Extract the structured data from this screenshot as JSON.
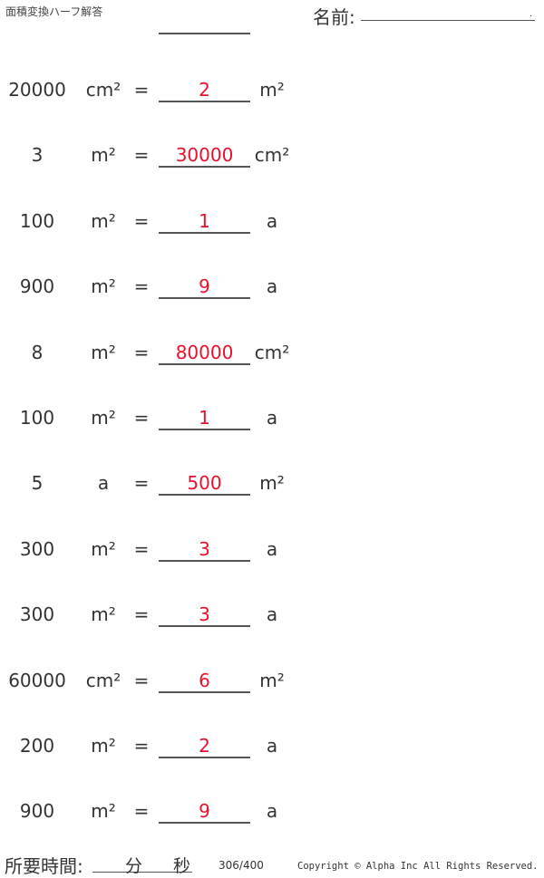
{
  "header": {
    "title": "面積変換ハーフ解答",
    "name_label": "名前:",
    "name_dot": "."
  },
  "equals": "=",
  "rows": [
    {
      "value": "20000",
      "from_unit": "cm²",
      "answer": "2",
      "to_unit": "m²"
    },
    {
      "value": "3",
      "from_unit": "m²",
      "answer": "30000",
      "to_unit": "cm²"
    },
    {
      "value": "100",
      "from_unit": "m²",
      "answer": "1",
      "to_unit": "a"
    },
    {
      "value": "900",
      "from_unit": "m²",
      "answer": "9",
      "to_unit": "a"
    },
    {
      "value": "8",
      "from_unit": "m²",
      "answer": "80000",
      "to_unit": "cm²"
    },
    {
      "value": "100",
      "from_unit": "m²",
      "answer": "1",
      "to_unit": "a"
    },
    {
      "value": "5",
      "from_unit": "a",
      "answer": "500",
      "to_unit": "m²"
    },
    {
      "value": "300",
      "from_unit": "m²",
      "answer": "3",
      "to_unit": "a"
    },
    {
      "value": "300",
      "from_unit": "m²",
      "answer": "3",
      "to_unit": "a"
    },
    {
      "value": "60000",
      "from_unit": "cm²",
      "answer": "6",
      "to_unit": "m²"
    },
    {
      "value": "200",
      "from_unit": "m²",
      "answer": "2",
      "to_unit": "a"
    },
    {
      "value": "900",
      "from_unit": "m²",
      "answer": "9",
      "to_unit": "a"
    }
  ],
  "footer": {
    "time_label": "所要時間:",
    "minutes": "分",
    "seconds": "秒",
    "page": "306/400",
    "copyright": "Copyright © Alpha Inc All Rights Reserved."
  }
}
